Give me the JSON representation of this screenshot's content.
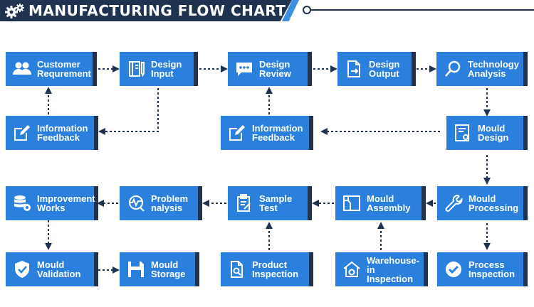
{
  "header": {
    "title": "MANUFACTURING FLOW CHART",
    "icon": "gears-icon"
  },
  "colors": {
    "box": "#2a80dc",
    "dark": "#1f3350",
    "accent": "#3f8fe0"
  },
  "nodes": {
    "customer_requirement": {
      "label": "Customer\nRequrement",
      "icon": "users-icon"
    },
    "design_input": {
      "label": "Design\nInput",
      "icon": "notebook-icon"
    },
    "design_review": {
      "label": "Design\nReview",
      "icon": "chat-icon"
    },
    "design_output": {
      "label": "Design\nOutput",
      "icon": "document-export-icon"
    },
    "technology_analysis": {
      "label": "Technology\nAnalysis",
      "icon": "search-icon"
    },
    "information_feedback_left": {
      "label": "Information\nFeedback",
      "icon": "edit-icon"
    },
    "information_feedback_center": {
      "label": "Information\nFeedback",
      "icon": "edit-icon"
    },
    "mould_design": {
      "label": "Mould\nDesign",
      "icon": "blueprint-icon"
    },
    "improvement_works": {
      "label": "Improvement\nWorks",
      "icon": "database-gear-icon"
    },
    "problem_analysis": {
      "label": "Problem\nnalysis",
      "icon": "chart-search-icon"
    },
    "sample_test": {
      "label": "Sample\nTest",
      "icon": "clipboard-icon"
    },
    "mould_assembly": {
      "label": "Mould\nAssembly",
      "icon": "mould-icon"
    },
    "mould_processing": {
      "label": "Mould\nProcessing",
      "icon": "wrench-icon"
    },
    "mould_validation": {
      "label": "Mould\nValidation",
      "icon": "shield-check-icon"
    },
    "mould_storage": {
      "label": "Mould\nStorage",
      "icon": "floppy-icon"
    },
    "product_inspection": {
      "label": "Product\nInspection",
      "icon": "file-search-icon"
    },
    "warehouse_in_inspection": {
      "label": "Warehouse-in\nInspection",
      "icon": "house-gear-icon"
    },
    "process_inspection": {
      "label": "Process\nInspection",
      "icon": "check-circle-icon"
    }
  }
}
